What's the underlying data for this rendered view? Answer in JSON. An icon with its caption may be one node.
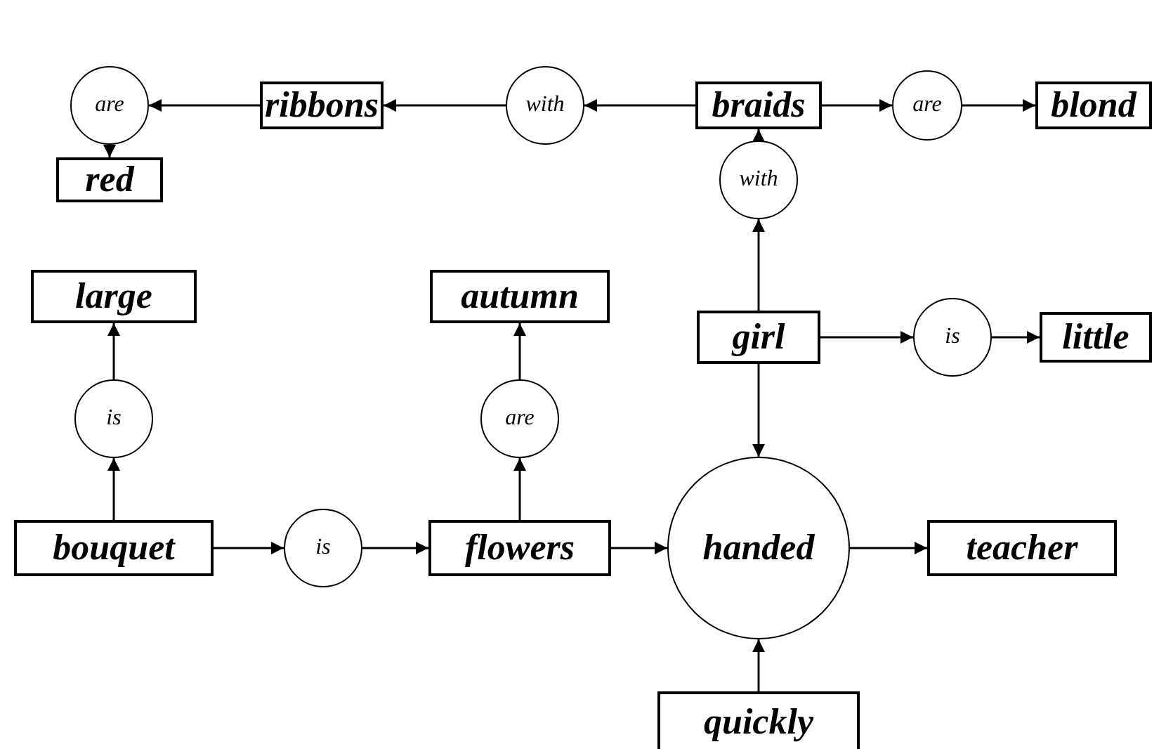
{
  "diagram": {
    "nodes": [
      {
        "text": [
          "are"
        ]
      },
      {
        "text": [
          "ribbons"
        ]
      },
      {
        "text": [
          "with"
        ]
      },
      {
        "text": [
          "braids"
        ]
      },
      {
        "text": [
          "are"
        ]
      },
      {
        "text": [
          "blond"
        ]
      },
      {
        "text": [
          "red"
        ]
      },
      {
        "text": [
          "with"
        ]
      },
      {
        "text": [
          "large"
        ]
      },
      {
        "text": [
          "autumn"
        ]
      },
      {
        "text": [
          "girl"
        ]
      },
      {
        "text": [
          "is"
        ]
      },
      {
        "text": [
          "little"
        ]
      },
      {
        "text": [
          "is"
        ]
      },
      {
        "text": [
          "are"
        ]
      },
      {
        "text": [
          "bouquet"
        ]
      },
      {
        "text": [
          "is"
        ]
      },
      {
        "text": [
          "flowers"
        ]
      },
      {
        "text": [
          "handed"
        ]
      },
      {
        "text": [
          "teacher"
        ]
      },
      {
        "text": [
          "quickly"
        ]
      }
    ],
    "edges": [
      {
        "from": 1,
        "to": 0,
        "arrow": "to"
      },
      {
        "from": 0,
        "to": 6,
        "arrow": "to"
      },
      {
        "from": 2,
        "to": 1,
        "arrow": "to"
      },
      {
        "from": 3,
        "to": 2,
        "arrow": "to"
      },
      {
        "from": 3,
        "to": 4,
        "arrow": "to"
      },
      {
        "from": 4,
        "to": 5,
        "arrow": "to"
      },
      {
        "from": 7,
        "to": 3,
        "arrow": "to"
      },
      {
        "from": 10,
        "to": 7,
        "arrow": "to"
      },
      {
        "from": 10,
        "to": 11,
        "arrow": "to"
      },
      {
        "from": 11,
        "to": 12,
        "arrow": "to"
      },
      {
        "from": 10,
        "to": 18,
        "arrow": "to"
      },
      {
        "from": 13,
        "to": 8,
        "arrow": "to"
      },
      {
        "from": 15,
        "to": 13,
        "arrow": "to"
      },
      {
        "from": 14,
        "to": 9,
        "arrow": "to"
      },
      {
        "from": 17,
        "to": 14,
        "arrow": "to"
      },
      {
        "from": 15,
        "to": 16,
        "arrow": "to"
      },
      {
        "from": 16,
        "to": 17,
        "arrow": "to"
      },
      {
        "from": 17,
        "to": 18,
        "arrow": "to"
      },
      {
        "from": 18,
        "to": 19,
        "arrow": "to"
      },
      {
        "from": 20,
        "to": 18,
        "arrow": "to"
      }
    ]
  }
}
